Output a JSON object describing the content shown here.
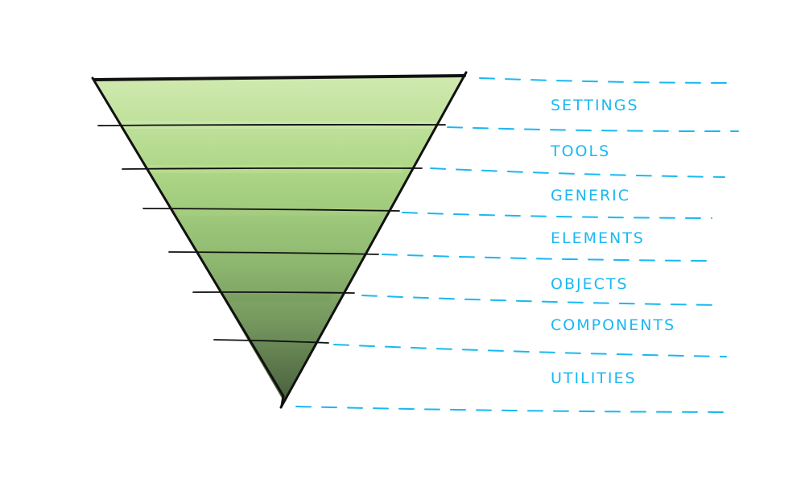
{
  "colors": {
    "outline": "#111111",
    "dash": "#1ab8f2",
    "label": "#1ab8f2",
    "fill_light": "#c8e6a6",
    "fill_dark": "#4e6a3c"
  },
  "layers": [
    {
      "label": "Settings"
    },
    {
      "label": "Tools"
    },
    {
      "label": "Generic"
    },
    {
      "label": "Elements"
    },
    {
      "label": "Objects"
    },
    {
      "label": "Components"
    },
    {
      "label": "Utilities"
    }
  ]
}
